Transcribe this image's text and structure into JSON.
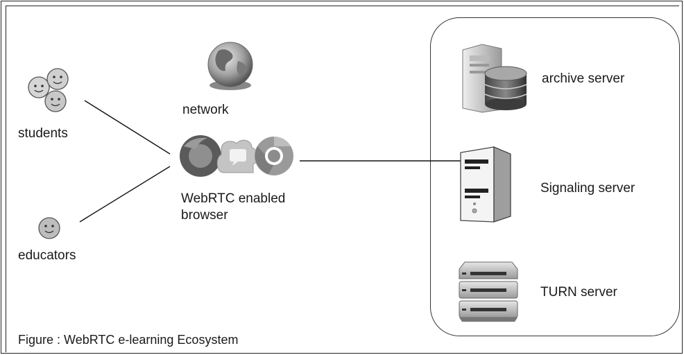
{
  "diagram": {
    "nodes": {
      "students": {
        "label": "students",
        "icon": "students-faces-icon"
      },
      "educators": {
        "label": "educators",
        "icon": "educator-face-icon"
      },
      "network": {
        "label": "network",
        "icon": "globe-icon"
      },
      "browser": {
        "label_line1": "WebRTC enabled",
        "label_line2": "browser",
        "icon": "browser-logos-icon"
      },
      "archive_server": {
        "label": "archive server",
        "icon": "archive-server-icon"
      },
      "signaling_server": {
        "label": "Signaling server",
        "icon": "signaling-tower-icon"
      },
      "turn_server": {
        "label": "TURN server",
        "icon": "turn-rack-icon"
      }
    },
    "edges": [
      {
        "from": "students",
        "to": "browser"
      },
      {
        "from": "educators",
        "to": "browser"
      },
      {
        "from": "browser",
        "to": "signaling_server"
      }
    ],
    "caption": "Figure : WebRTC e-learning Ecosystem"
  }
}
